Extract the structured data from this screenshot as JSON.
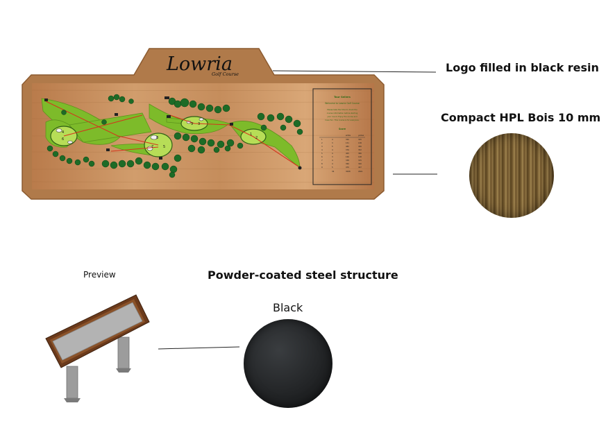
{
  "plaque": {
    "logo_text": "Lowria",
    "logo_subtitle": "Golf Course",
    "panel_title": "Tour Sellers",
    "panel_subtitle": "Welcome to Lowria Golf Course",
    "panel_intro_lines": [
      "Please take the time to check the",
      "course information before starting",
      "your round. Enjoy the course and",
      "have fun. This course is for everyone."
    ],
    "panel_table_heading": "Score",
    "panel_table": {
      "headers": [
        "",
        "",
        "white",
        "yellow"
      ],
      "rows": [
        [
          "1",
          "4",
          "350",
          "325"
        ],
        [
          "2",
          "3",
          "151",
          "138"
        ],
        [
          "3",
          "5",
          "482",
          "456"
        ],
        [
          "4",
          "4",
          "376",
          "352"
        ],
        [
          "5",
          "4",
          "405",
          "380"
        ],
        [
          "6",
          "3",
          "166",
          "148"
        ],
        [
          "7",
          "4",
          "338",
          "315"
        ],
        [
          "8",
          "4",
          "360",
          "340"
        ],
        [
          "9",
          "5",
          "470",
          "447"
        ]
      ],
      "total_row": [
        "",
        "36",
        "3098",
        "2901"
      ]
    },
    "hole_numbers": [
      "1",
      "2",
      "3",
      "4",
      "5",
      "6",
      "7",
      "8",
      "9"
    ]
  },
  "labels": {
    "logo": "Logo filled in black resin",
    "hpl": "Compact HPL Bois 10 mm",
    "preview": "Preview",
    "steel": "Powder-coated steel structure",
    "black": "Black"
  },
  "colors": {
    "wood_frame": "#b07a4a",
    "copper_panel": "#c58d5c",
    "fairway": "#7dbb2a",
    "green": "#b7dd57",
    "tree": "#1d6b26",
    "bunker": "#f2f2f2",
    "route_line": "#d4341c"
  }
}
